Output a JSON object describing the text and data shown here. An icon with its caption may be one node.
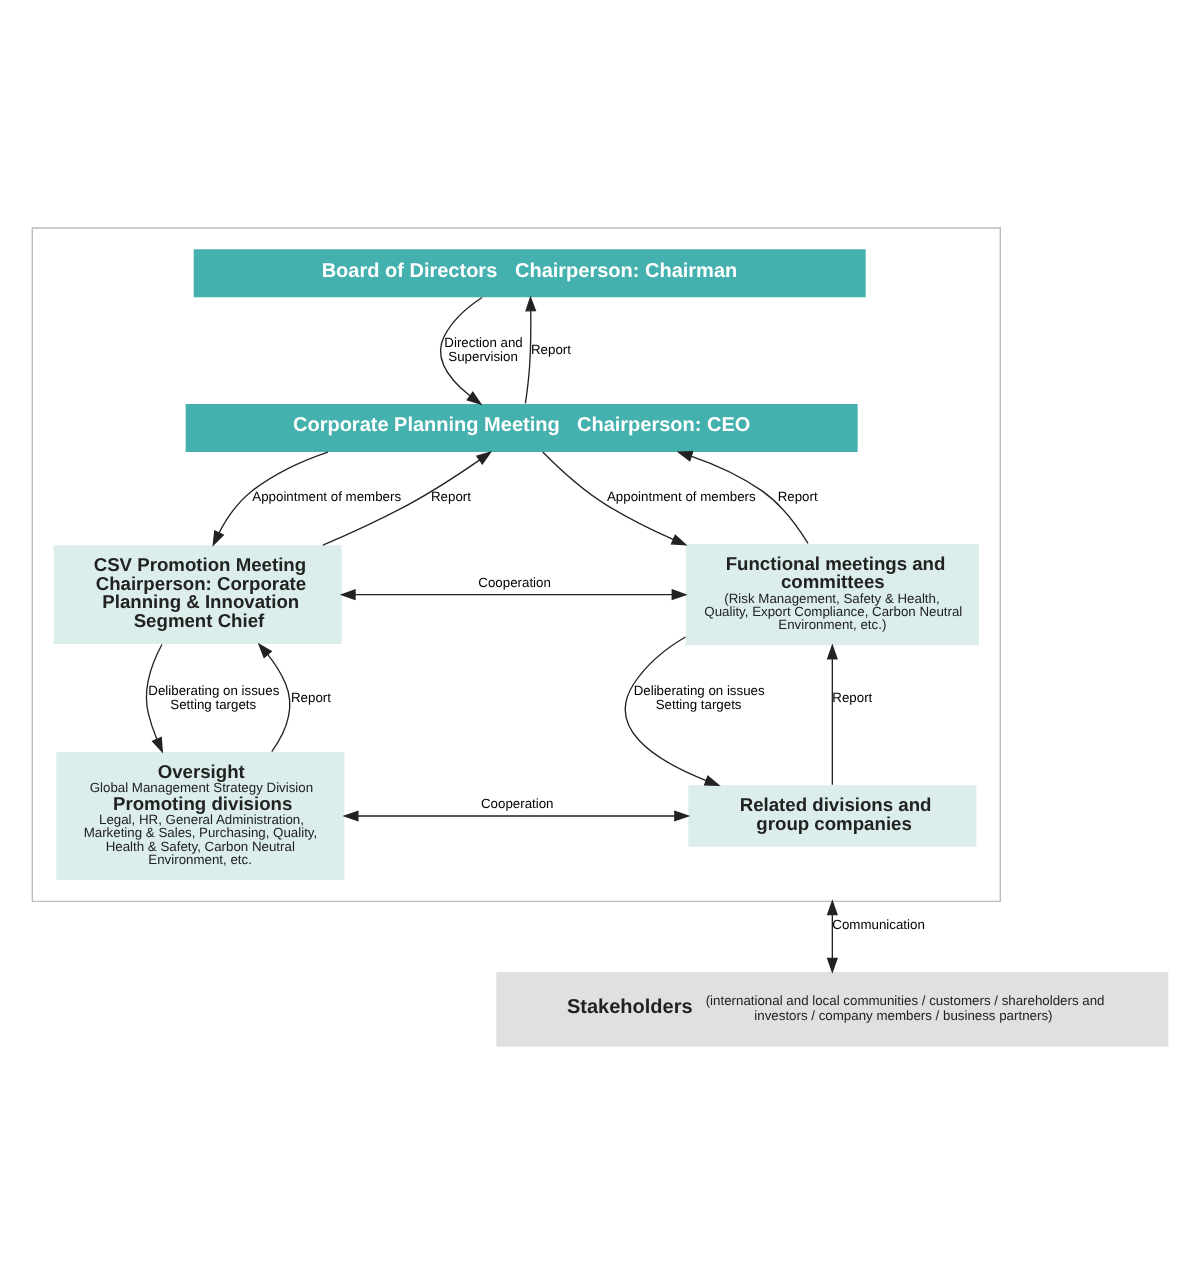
{
  "diagram": {
    "nodes": [
      {
        "text": [],
        "shape": "box"
      },
      {
        "text": [
          "Board of Directors",
          "Chairperson: Chairman"
        ],
        "in": 0
      },
      {
        "text": [
          "Corporate Planning Meeting",
          "Chairperson: CEO"
        ],
        "in": 0
      },
      {
        "text": [
          "CSV Promotion Meeting",
          "Chairperson: Corporate Planning & Innovation Segment Chief"
        ],
        "in": 0
      },
      {
        "text": [
          "Functional meetings and committees",
          "(Risk Management, Safety & Health, Quality, Export Compliance, Carbon Neutral Environment, etc.)"
        ],
        "in": 0
      },
      {
        "text": [
          "Oversight",
          "Global Management Strategy Division",
          "Promoting divisions",
          "Legal, HR, General Administration, Marketing & Sales, Purchasing, Quality, Health & Safety, Carbon Neutral Environment, etc."
        ],
        "in": 0
      },
      {
        "text": [
          "Related divisions and group companies"
        ],
        "in": 0
      },
      {
        "text": [
          "Stakeholders",
          "(international and local communities / customers / shareholders and investors / company members / business partners)"
        ]
      }
    ],
    "edges": [
      {
        "from": 1,
        "to": 2,
        "arrow": "to",
        "label": "Direction and Supervision"
      },
      {
        "from": 2,
        "to": 1,
        "arrow": "to",
        "label": "Report"
      },
      {
        "from": 2,
        "to": 3,
        "arrow": "to",
        "label": "Appointment of members"
      },
      {
        "from": 3,
        "to": 2,
        "arrow": "to",
        "label": "Report"
      },
      {
        "from": 2,
        "to": 4,
        "arrow": "to",
        "label": "Appointment of members"
      },
      {
        "from": 4,
        "to": 2,
        "arrow": "to",
        "label": "Report"
      },
      {
        "from": 3,
        "to": 4,
        "arrow": "both",
        "label": "Cooperation"
      },
      {
        "from": 3,
        "to": 5,
        "arrow": "to",
        "label": "Deliberating on issues Setting targets"
      },
      {
        "from": 5,
        "to": 3,
        "arrow": "to",
        "label": "Report"
      },
      {
        "from": 4,
        "to": 6,
        "arrow": "to",
        "label": "Deliberating on issues Setting targets"
      },
      {
        "from": 6,
        "to": 4,
        "arrow": "to",
        "label": "Report"
      },
      {
        "from": 5,
        "to": 6,
        "arrow": "both",
        "label": "Cooperation"
      },
      {
        "from": 0,
        "to": 7,
        "arrow": "both",
        "label": "Communication"
      }
    ]
  }
}
